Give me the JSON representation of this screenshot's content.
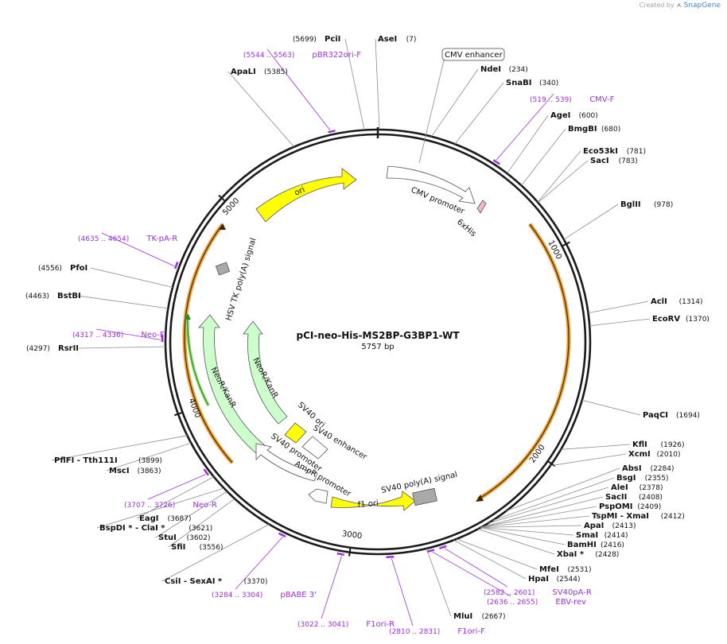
{
  "header": {
    "credit_prefix": "Created by",
    "credit_brand": "SnapGene"
  },
  "plasmid": {
    "name": "pCI-neo-His-MS2BP-G3BP1-WT",
    "size_label": "5757 bp",
    "length": 5757
  },
  "ticks": [
    {
      "label": "1000",
      "pos": 1000
    },
    {
      "label": "2000",
      "pos": 2000
    },
    {
      "label": "3000",
      "pos": 3000
    },
    {
      "label": "4000",
      "pos": 4000
    },
    {
      "label": "5000",
      "pos": 5000
    }
  ],
  "enzymes": [
    {
      "name": "PciI",
      "pos_label": "(5699)",
      "pos": 5699
    },
    {
      "name": "AseI",
      "pos_label": "(7)",
      "pos": 7
    },
    {
      "name": "NdeI",
      "pos_label": "(234)",
      "pos": 234
    },
    {
      "name": "SnaBI",
      "pos_label": "(340)",
      "pos": 340
    },
    {
      "name": "AgeI",
      "pos_label": "(600)",
      "pos": 600
    },
    {
      "name": "BmgBI",
      "pos_label": "(680)",
      "pos": 680
    },
    {
      "name": "Eco53kI",
      "pos_label": "(781)",
      "pos": 781
    },
    {
      "name": "SacI",
      "pos_label": "(783)",
      "pos": 783
    },
    {
      "name": "BglII",
      "pos_label": "(978)",
      "pos": 978
    },
    {
      "name": "AclI",
      "pos_label": "(1314)",
      "pos": 1314
    },
    {
      "name": "EcoRV",
      "pos_label": "(1370)",
      "pos": 1370
    },
    {
      "name": "PaqCI",
      "pos_label": "(1694)",
      "pos": 1694
    },
    {
      "name": "KflI",
      "pos_label": "(1926)",
      "pos": 1926
    },
    {
      "name": "XcmI",
      "pos_label": "(2010)",
      "pos": 2010
    },
    {
      "name": "AbsI",
      "pos_label": "(2284)",
      "pos": 2284
    },
    {
      "name": "BsgI",
      "pos_label": "(2355)",
      "pos": 2355
    },
    {
      "name": "AleI",
      "pos_label": "(2378)",
      "pos": 2378
    },
    {
      "name": "SacII",
      "pos_label": "(2408)",
      "pos": 2408
    },
    {
      "name": "PspOMI",
      "pos_label": "(2409)",
      "pos": 2409
    },
    {
      "name": "TspMI - XmaI",
      "pos_label": "(2412)",
      "pos": 2412
    },
    {
      "name": "ApaI",
      "pos_label": "(2413)",
      "pos": 2413
    },
    {
      "name": "SmaI",
      "pos_label": "(2414)",
      "pos": 2414
    },
    {
      "name": "BamHI",
      "pos_label": "(2416)",
      "pos": 2416
    },
    {
      "name": "XbaI *",
      "pos_label": "(2428)",
      "pos": 2428
    },
    {
      "name": "MfeI",
      "pos_label": "(2531)",
      "pos": 2531
    },
    {
      "name": "HpaI",
      "pos_label": "(2544)",
      "pos": 2544
    },
    {
      "name": "MluI",
      "pos_label": "(2667)",
      "pos": 2667
    },
    {
      "name": "CsiI - SexAI *",
      "pos_label": "(3370)",
      "pos": 3370
    },
    {
      "name": "SfiI",
      "pos_label": "(3556)",
      "pos": 3556
    },
    {
      "name": "StuI",
      "pos_label": "(3602)",
      "pos": 3602
    },
    {
      "name": "BspDI * - ClaI *",
      "pos_label": "(3621)",
      "pos": 3621
    },
    {
      "name": "EagI",
      "pos_label": "(3687)",
      "pos": 3687
    },
    {
      "name": "MscI",
      "pos_label": "(3863)",
      "pos": 3863
    },
    {
      "name": "PflFI - Tth111I",
      "pos_label": "(3899)",
      "pos": 3899
    },
    {
      "name": "RsrII",
      "pos_label": "(4297)",
      "pos": 4297
    },
    {
      "name": "BstBI",
      "pos_label": "(4463)",
      "pos": 4463
    },
    {
      "name": "PfoI",
      "pos_label": "(4556)",
      "pos": 4556
    },
    {
      "name": "ApaLI",
      "pos_label": "(5385)",
      "pos": 5385
    }
  ],
  "primers": [
    {
      "name": "pBR322ori-F",
      "pos_label": "(5544 .. 5563)",
      "start": 5544,
      "end": 5563
    },
    {
      "name": "CMV-F",
      "pos_label": "(519 .. 539)",
      "start": 519,
      "end": 539
    },
    {
      "name": "TK-pA-R",
      "pos_label": "(4635 .. 4654)",
      "start": 4635,
      "end": 4654
    },
    {
      "name": "Neo-F",
      "pos_label": "(4317 .. 4336)",
      "start": 4317,
      "end": 4336
    },
    {
      "name": "Neo-R",
      "pos_label": "(3707 .. 3726)",
      "start": 3707,
      "end": 3726
    },
    {
      "name": "pBABE 3'",
      "pos_label": "(3284 .. 3304)",
      "start": 3284,
      "end": 3304
    },
    {
      "name": "F1ori-R",
      "pos_label": "(3022 .. 3041)",
      "start": 3022,
      "end": 3041
    },
    {
      "name": "F1ori-F",
      "pos_label": "(2810 .. 2831)",
      "start": 2810,
      "end": 2831
    },
    {
      "name": "SV40pA-R",
      "pos_label": "(2582 .. 2601)",
      "start": 2582,
      "end": 2601
    },
    {
      "name": "EBV-rev",
      "pos_label": "(2636 .. 2655)",
      "start": 2636,
      "end": 2655
    }
  ],
  "features": [
    {
      "name": "CMV enhancer",
      "start": 5,
      "end": 384,
      "color": "#ffffff",
      "boxed": true
    },
    {
      "name": "CMV promoter",
      "start": 385,
      "end": 588,
      "color": "#ffffff"
    },
    {
      "name": "6xHis",
      "start": 600,
      "end": 618,
      "color": "#f4b6c2"
    },
    {
      "name": "ori",
      "start": 5150,
      "end": 5739,
      "color": "#ffff00"
    },
    {
      "name": "HSV TK poly(A) signal",
      "start": 4600,
      "end": 4650,
      "color": "#a9a9a9"
    },
    {
      "name": "NeoR/KanR",
      "start": 3800,
      "end": 4600,
      "color": "#ccffcc"
    },
    {
      "name": "NeoR/KanR",
      "start": 3800,
      "end": 4600,
      "color": "#ccffcc"
    },
    {
      "name": "SV40 ori",
      "start": 3600,
      "end": 3680,
      "color": "#ffff00"
    },
    {
      "name": "SV40 enhancer",
      "start": 3500,
      "end": 3600,
      "color": "#ffffff"
    },
    {
      "name": "SV40 promoter",
      "start": 3400,
      "end": 3500,
      "color": "#ffffff"
    },
    {
      "name": "AmpR promoter",
      "start": 3260,
      "end": 3320,
      "color": "#ffffff"
    },
    {
      "name": "f1 ori",
      "start": 2780,
      "end": 3200,
      "color": "#ffff00"
    },
    {
      "name": "SV40 poly(A) signal",
      "start": 2600,
      "end": 2700,
      "color": "#a9a9a9"
    }
  ],
  "colors": {
    "backbone": "#1a1a1a",
    "primer": "#9b30d9",
    "orange_arc": "#f0a030",
    "green_arc": "#2a8a1e",
    "feature_yellow": "#ffff00",
    "feature_green": "#ccffcc",
    "feature_gray": "#a9a9a9"
  }
}
